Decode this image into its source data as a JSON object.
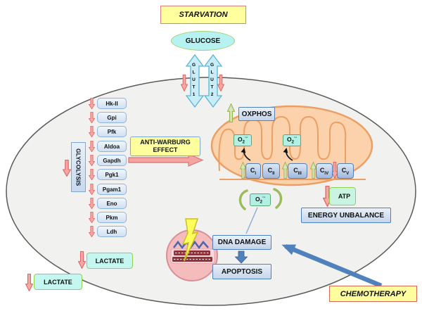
{
  "top": {
    "starvation": "STARVATION",
    "glucose": "GLUCOSE",
    "transporters": [
      {
        "label": "GLUT1"
      },
      {
        "label": "GLUT2"
      }
    ]
  },
  "glycolysis": {
    "label": "GLYCOLYSIS",
    "enzymes": [
      {
        "label": "Hk-II"
      },
      {
        "label": "Gpi"
      },
      {
        "label": "Pfk"
      },
      {
        "label": "Aldoa"
      },
      {
        "label": "Gapdh"
      },
      {
        "label": "Pgk1"
      },
      {
        "label": "Pgam1"
      },
      {
        "label": "Eno"
      },
      {
        "label": "Pkm"
      },
      {
        "label": "Ldh"
      }
    ]
  },
  "anti_warburg": {
    "label": "ANTI-WARBURG EFFECT"
  },
  "oxphos": {
    "label": "OXPHOS"
  },
  "superoxide": {
    "base": "O",
    "sub": "2",
    "sup": "·-"
  },
  "mitochondria": {
    "complexes": [
      {
        "base": "C",
        "sub": "I"
      },
      {
        "base": "C",
        "sub": "II"
      },
      {
        "base": "C",
        "sub": "III"
      },
      {
        "base": "C",
        "sub": "IV"
      },
      {
        "base": "C",
        "sub": "V"
      }
    ]
  },
  "energy": {
    "atp": "ATP",
    "unbalance": "ENERGY UNBALANCE"
  },
  "damage": {
    "dna": "DNA DAMAGE",
    "apoptosis": "APOPTOSIS"
  },
  "lactate": {
    "inner": "LACTATE",
    "outer": "LACTATE"
  },
  "chemotherapy": {
    "label": "CHEMOTHERAPY"
  },
  "colors": {
    "downregulated": "#f4a9a4",
    "upregulated": "#d8e4bc",
    "accent_blue": "#4f81bd",
    "mitochondria": "#fbd2ab",
    "nucleus": "#f5bcbd",
    "cell": "#f1f1f0",
    "highlight_yellow": "#ffff9e"
  }
}
